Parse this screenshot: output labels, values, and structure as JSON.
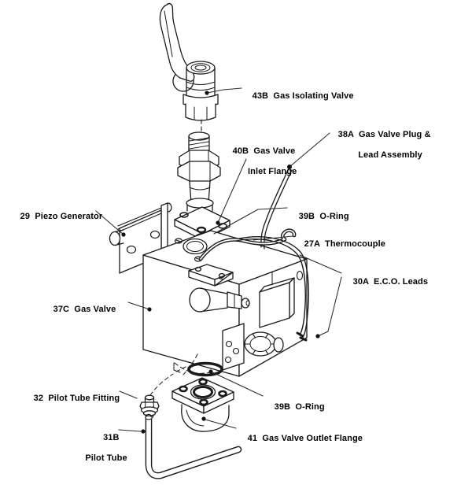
{
  "colors": {
    "background": "#ffffff",
    "line": "#1a1a1a",
    "text": "#000000",
    "leader": "#2a2a2a"
  },
  "parts": [
    {
      "number": "43B",
      "name": "Gas Isolating Valve",
      "lines": [
        "43B  Gas Isolating Valve"
      ]
    },
    {
      "number": "38A",
      "name": "Gas Valve Plug & Lead Assembly",
      "lines": [
        "38A  Gas Valve Plug &",
        "Lead Assembly"
      ]
    },
    {
      "number": "40B",
      "name": "Gas Valve Inlet Flange",
      "lines": [
        "40B  Gas Valve",
        "Inlet Flange"
      ]
    },
    {
      "number": "29",
      "name": "Piezo Generator",
      "lines": [
        "29  Piezo Generator"
      ]
    },
    {
      "number": "39B",
      "name": "O-Ring",
      "lines": [
        "39B  O-Ring"
      ]
    },
    {
      "number": "27A",
      "name": "Thermocouple",
      "lines": [
        "27A  Thermocouple"
      ]
    },
    {
      "number": "30A",
      "name": "E.C.O. Leads",
      "lines": [
        "30A  E.C.O. Leads"
      ]
    },
    {
      "number": "37C",
      "name": "Gas Valve",
      "lines": [
        "37C  Gas Valve"
      ]
    },
    {
      "number": "32",
      "name": "Pilot Tube Fitting",
      "lines": [
        "32  Pilot Tube Fitting"
      ]
    },
    {
      "number": "39B",
      "name": "O-Ring",
      "lines": [
        "39B  O-Ring"
      ]
    },
    {
      "number": "41",
      "name": "Gas Valve Outlet Flange",
      "lines": [
        "41  Gas Valve Outlet Flange"
      ]
    },
    {
      "number": "31B",
      "name": "Pilot Tube",
      "lines": [
        "31B",
        "Pilot Tube"
      ]
    }
  ]
}
